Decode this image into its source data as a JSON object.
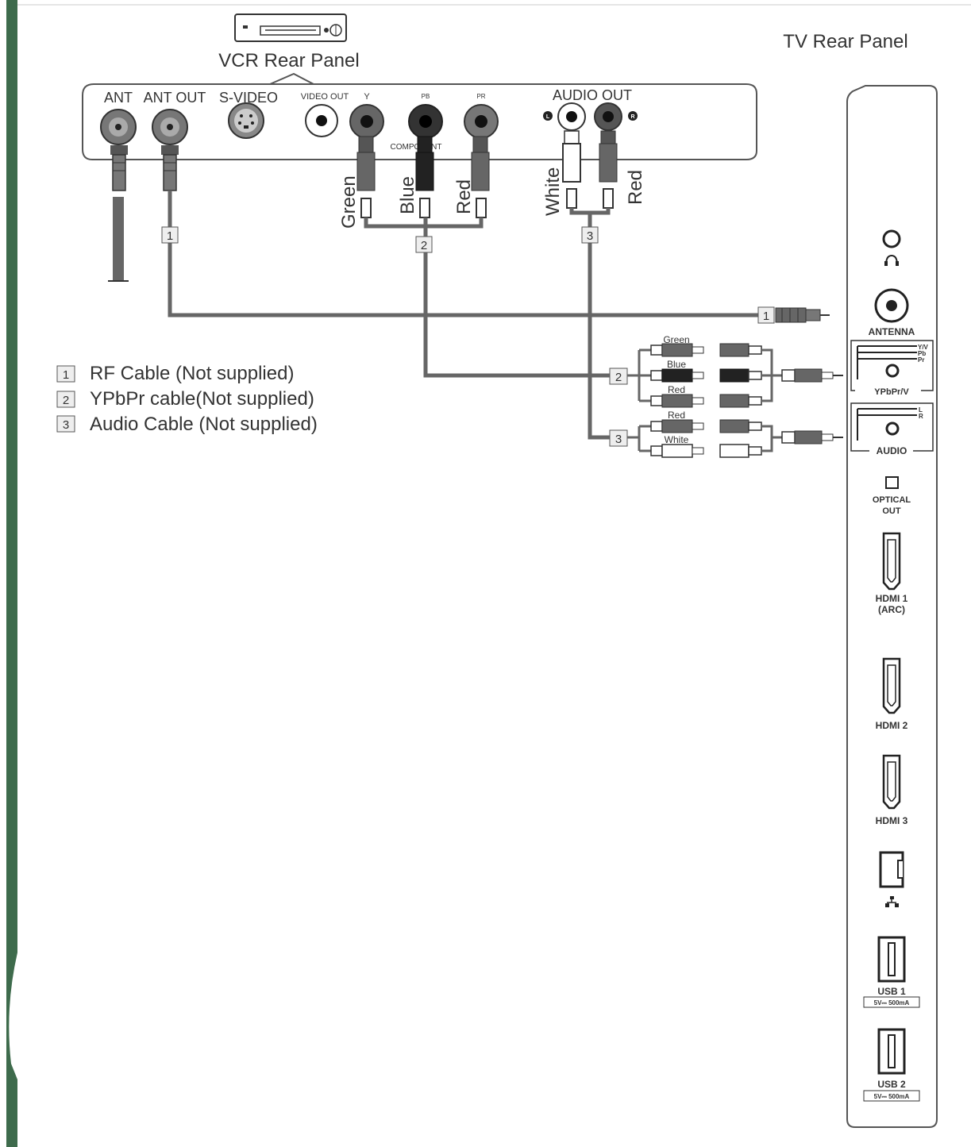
{
  "vcr": {
    "title": "VCR Rear Panel",
    "ports": {
      "ant": "ANT",
      "ant_out": "ANT OUT",
      "s_video": "S-VIDEO",
      "video_out": "VIDEO OUT",
      "y": "Y",
      "pb": "PB",
      "pr": "PR",
      "component": "COMPONENT",
      "audio_out": "AUDIO OUT",
      "left": "L",
      "right": "R"
    },
    "plug_colors": {
      "green": "Green",
      "blue": "Blue",
      "red": "Red",
      "white": "White",
      "audio_red": "Red"
    }
  },
  "tv": {
    "title": "TV Rear Panel",
    "ports": {
      "antenna": "ANTENNA",
      "ypbpr_yv": "Y/V",
      "ypbpr_pb": "Pb",
      "ypbpr_pr": "Pr",
      "ypbpr": "YPbPr/V",
      "audio_l": "L",
      "audio_r": "R",
      "audio": "AUDIO",
      "optical_1": "OPTICAL",
      "optical_2": "OUT",
      "hdmi1_1": "HDMI 1",
      "hdmi1_2": "(ARC)",
      "hdmi2": "HDMI 2",
      "hdmi3": "HDMI 3",
      "usb1": "USB 1",
      "usb1_rating": "5V⎓ 500mA",
      "usb2": "USB 2",
      "usb2_rating": "5V⎓ 500mA"
    }
  },
  "adapter_labels": {
    "green": "Green",
    "blue": "Blue",
    "red": "Red",
    "audio_red": "Red",
    "white": "White"
  },
  "cable_markers": {
    "one": "1",
    "two": "2",
    "three": "3"
  },
  "legend": [
    {
      "num": "1",
      "text": "RF Cable (Not supplied)"
    },
    {
      "num": "2",
      "text": "YPbPr cable(Not supplied)"
    },
    {
      "num": "3",
      "text": "Audio Cable (Not supplied)"
    }
  ],
  "colors": {
    "sidebar_green": "#3e6b4c",
    "cable": "#666666",
    "line": "#333333"
  }
}
